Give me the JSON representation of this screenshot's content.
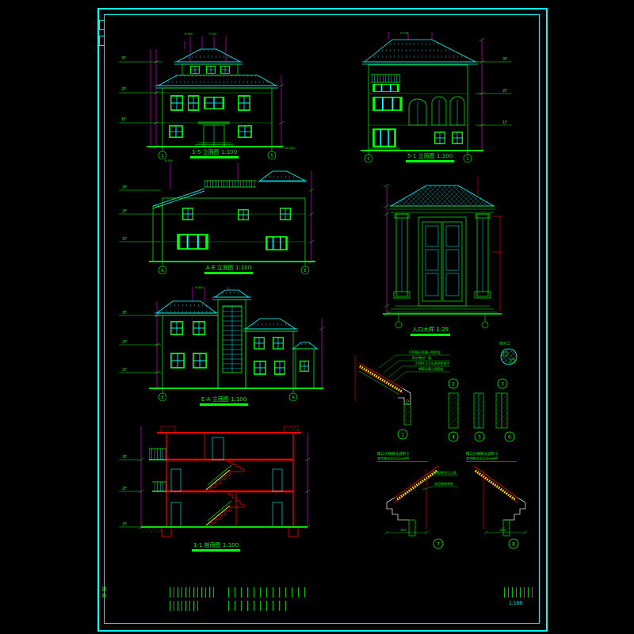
{
  "frame": {
    "side_label": "建施"
  },
  "titles": {
    "elev1": "1-5 立面图 1:100",
    "elev2": "5-1 立面图 1:100",
    "elev3": "A-E 立面图 1:100",
    "entry": "入口大样 1:25",
    "elev4": "E-A 立面图 1:100",
    "section": "1-1 剖面图 1:100"
  },
  "floors": {
    "f3": "3F",
    "f2": "2F",
    "f1": "1F"
  },
  "bubbles": {
    "e1l": "1",
    "e1r": "5",
    "e2l": "5",
    "e2r": "1",
    "e3l": "A",
    "e3r": "E",
    "e4l": "E",
    "e4r": "A"
  },
  "levels": {
    "e1a": "9.900",
    "e1b": "7.200",
    "zero": "±0.000",
    "e2a": "9.900",
    "e3a": "8.700",
    "e4a": "9.900"
  },
  "details": {
    "drain_label": "雨水口",
    "numbers": [
      "1",
      "2",
      "3",
      "4",
      "5",
      "6",
      "7",
      "8"
    ],
    "notes": [
      "C20细石混凝土保护层",
      "防水卷材一道",
      "20厚1:2.5水泥砂浆找平",
      "钢筋混凝土屋面板"
    ],
    "d7_title": "檐口大样做法说明 1",
    "d7_sub": "其余做法详见设计说明",
    "d8_title": "檐口大样做法说明 2",
    "d8_sub": "其余做法详见设计说明",
    "leader_notes": [
      "饰面做法见立面",
      "成品装饰线条"
    ],
    "dims": [
      "600",
      "600"
    ]
  },
  "bottom": {
    "scale_note": "1:100"
  }
}
